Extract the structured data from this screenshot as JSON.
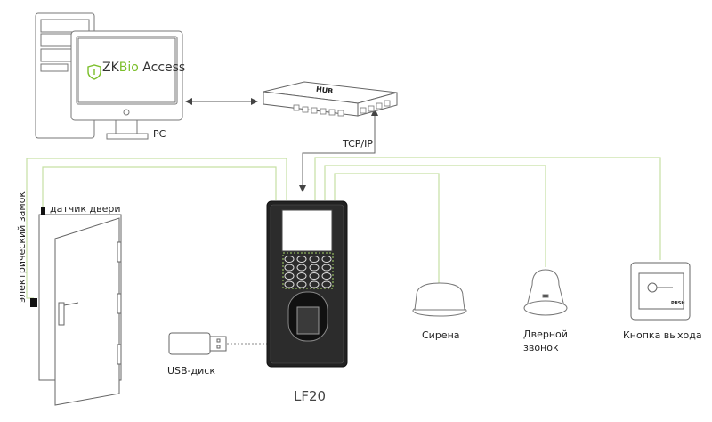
{
  "software": {
    "brand_zk": "ZK",
    "brand_bio": "Bio",
    "brand_product": " Access"
  },
  "labels": {
    "pc": "PC",
    "hub": "HUB",
    "tcpip": "TCP/IP",
    "lock": "электрический замок",
    "door_sensor": "датчик двери",
    "usb": "USB-диск",
    "device": "LF20",
    "siren": "Сирена",
    "doorbell_line1": "Дверной",
    "doorbell_line2": "звонок",
    "exit_button": "Кнопка выхода",
    "push": "PUSH"
  },
  "colors": {
    "wire": "#c6e0a4",
    "brand_green": "#7bbf2a",
    "outline": "#555555"
  }
}
